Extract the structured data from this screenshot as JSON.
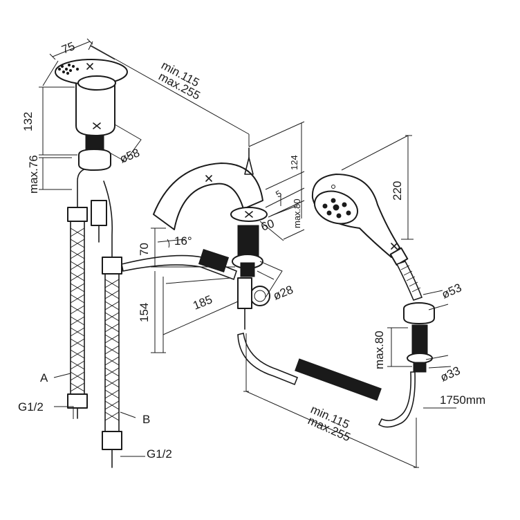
{
  "labels": {
    "w75": "75",
    "h132": "132",
    "max76": "max.76",
    "d58": "ø58",
    "min115_top": "min.115",
    "max255_top": "max.255",
    "h124": "124",
    "n5": "5",
    "max80_small": "max.80",
    "w60": "60",
    "h70": "70",
    "angle16": "16°",
    "h154": "154",
    "w185": "185",
    "d28": "ø28",
    "h220": "220",
    "d53": "ø53",
    "max80": "max.80",
    "d33": "ø33",
    "hose_len": "1750mm",
    "min115_bot": "min.115",
    "max255_bot": "max.255",
    "a": "A",
    "b": "B",
    "g12_left": "G1/2",
    "g12_right": "G1/2"
  }
}
